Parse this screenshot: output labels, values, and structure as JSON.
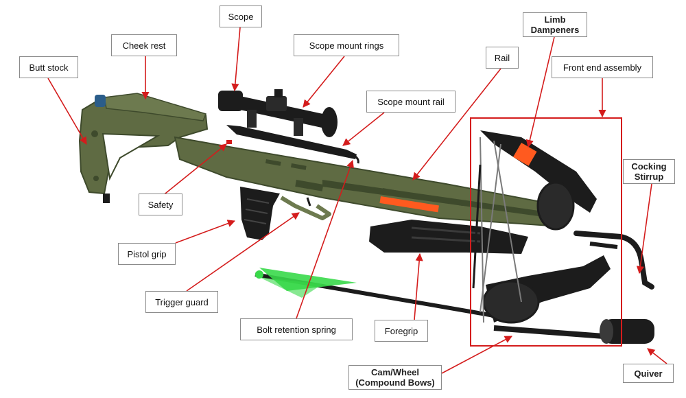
{
  "colors": {
    "annotation": "#d41c1c",
    "body": "#5f6b43",
    "body_dark": "#3e4a2c",
    "black": "#1c1c1c",
    "arrow_fletching": "#39d94a",
    "warning_label": "#ff5a1f"
  },
  "labels": {
    "butt_stock": "Butt stock",
    "cheek_rest": "Cheek rest",
    "scope": "Scope",
    "scope_mount_rings": "Scope mount rings",
    "scope_mount_rail": "Scope mount rail",
    "rail": "Rail",
    "limb_dampeners": "Limb Dampeners",
    "front_end_assembly": "Front end assembly",
    "cocking_stirrup": "Cocking Stirrup",
    "safety": "Safety",
    "pistol_grip": "Pistol grip",
    "trigger_guard": "Trigger guard",
    "bolt_retention_spring": "Bolt retention spring",
    "foregrip": "Foregrip",
    "cam_wheel": "Cam/Wheel (Compound Bows)",
    "quiver": "Quiver"
  }
}
